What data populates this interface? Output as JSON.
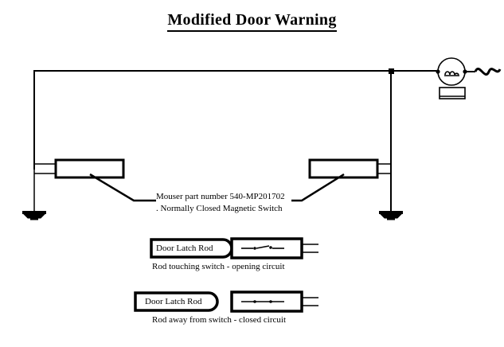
{
  "page": {
    "title": "Modified Door Warning",
    "background_color": "#ffffff",
    "line_color": "#000000"
  },
  "circuit": {
    "annotation": {
      "line1": "Mouser part number 540-MP201702",
      "line2": ". Normally Closed Magnetic Switch"
    },
    "components": {
      "buzzer_icon": "buzzer-coil-circle",
      "battery_icon": "battery-rectangle",
      "sound_icon": "sound-wave-squiggle",
      "ground_icon": "earth-ground",
      "junction_icon": "wire-junction-dot",
      "switch_left_icon": "magnetic-switch-box",
      "switch_right_icon": "magnetic-switch-box"
    }
  },
  "detail_top": {
    "rod_label": "Door Latch Rod",
    "caption": "Rod touching switch - opening circuit",
    "switch_state": "open",
    "rod_icon": "door-latch-rod",
    "switch_icon": "reed-switch-open"
  },
  "detail_bottom": {
    "rod_label": "Door Latch Rod",
    "caption": "Rod away from switch - closed circuit",
    "switch_state": "closed",
    "rod_icon": "door-latch-rod",
    "switch_icon": "reed-switch-closed"
  }
}
